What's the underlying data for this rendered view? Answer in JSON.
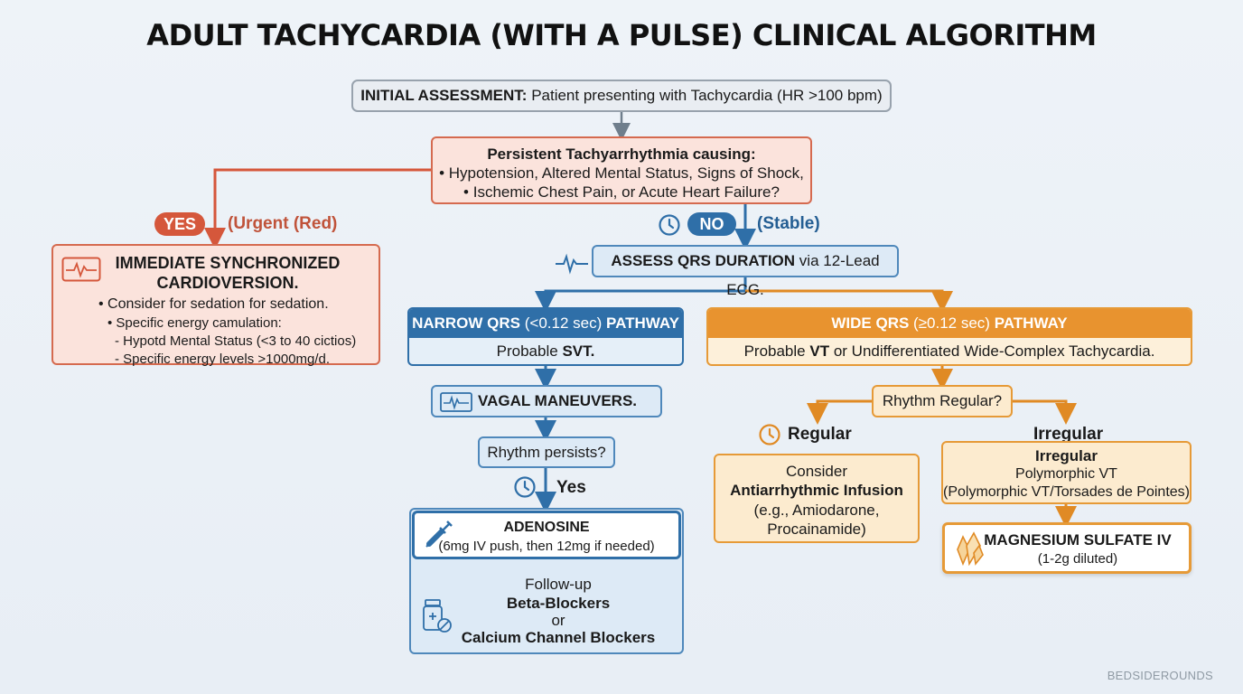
{
  "title": "ADULT TACHYCARDIA (WITH A PULSE) CLINICAL ALGORITHM",
  "initial": {
    "label": "INITIAL ASSESSMENT:",
    "text": "Patient presenting with Tachycardia (HR >100 bpm)"
  },
  "question": {
    "heading": "Persistent Tachyarrhythmia causing:",
    "line1": "• Hypotension, Altered Mental Status, Signs of Shock,",
    "line2": "• Ischemic Chest Pain, or Acute Heart Failure?"
  },
  "yes_branch": {
    "pill": "YES",
    "note": "(Urgent (Red)"
  },
  "no_branch": {
    "pill": "NO",
    "note": "(Stable)"
  },
  "cardioversion": {
    "title1": "IMMEDIATE SYNCHRONIZED",
    "title2": "CARDIOVERSION.",
    "line1": "• Consider for sedation for sedation.",
    "line2": "• Specific energy camulation:",
    "line3": "- Hypotd Mental Status (<3 to 40 cictios)",
    "line4": "- Specific energy levels >1000mg/d."
  },
  "qrs": {
    "label": "ASSESS QRS DURATION",
    "text": "via 12-Lead ECG."
  },
  "narrow": {
    "header_bold": "NARROW QRS",
    "header_paren": "(<0.12 sec)",
    "header_tail": "PATHWAY",
    "probable": "Probable",
    "probable_bold": "SVT."
  },
  "vagal": "VAGAL MANEUVERS.",
  "persists": "Rhythm persists?",
  "persists_yes": "Yes",
  "adenosine": {
    "title": "ADENOSINE",
    "dose": "(6mg IV push, then 12mg if needed)"
  },
  "followup": {
    "label": "Follow-up",
    "opt1": "Beta-Blockers",
    "or": "or",
    "opt2": "Calcium Channel Blockers"
  },
  "wide": {
    "header_bold": "WIDE QRS",
    "header_paren": "(≥0.12 sec)",
    "header_tail": "PATHWAY",
    "probable": "Probable",
    "probable_bold": "VT",
    "probable_tail": "or Undifferentiated Wide-Complex Tachycardia."
  },
  "regular_q": "Rhythm Regular?",
  "regular_label": "Regular",
  "irregular_label": "Irregular",
  "antiarrhythmic": {
    "line1": "Consider",
    "line2": "Antiarrhythmic Infusion",
    "line3": "(e.g., Amiodarone,",
    "line4": "Procainamide)"
  },
  "irregular_box": {
    "title": "Irregular",
    "line1": "Polymorphic VT",
    "line2": "(Polymorphic VT/Torsades de Pointes)"
  },
  "magnesium": {
    "title": "MAGNESIUM SULFATE IV",
    "dose": "(1-2g diluted)"
  },
  "watermark": "BEDSIDEROUNDS",
  "colors": {
    "red": "#d5573b",
    "blue": "#2f6fa8",
    "orange": "#e69a37",
    "gray": "#98a2ad"
  },
  "icons": [
    "ecg-monitor-icon",
    "clock-icon",
    "heartbeat-icon",
    "syringe-icon",
    "pill-bottle-icon",
    "crystal-icon"
  ]
}
